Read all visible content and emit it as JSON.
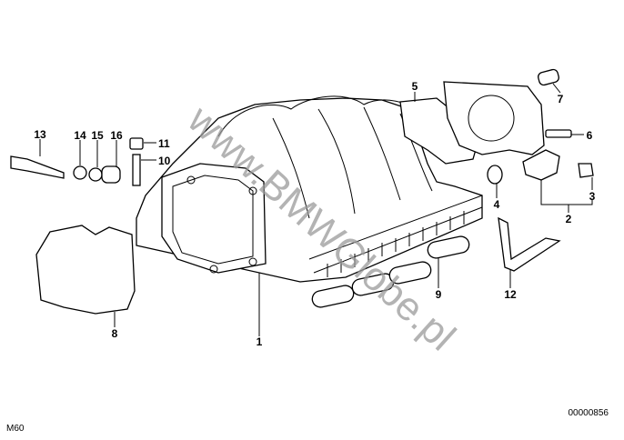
{
  "diagram": {
    "watermark": "www.BMWGlobe.pl",
    "engine_code": "M60",
    "diagram_number": "00000856",
    "callouts": [
      "1",
      "2",
      "3",
      "4",
      "5",
      "6",
      "7",
      "8",
      "9",
      "10",
      "11",
      "12",
      "13",
      "14",
      "15",
      "16"
    ]
  }
}
